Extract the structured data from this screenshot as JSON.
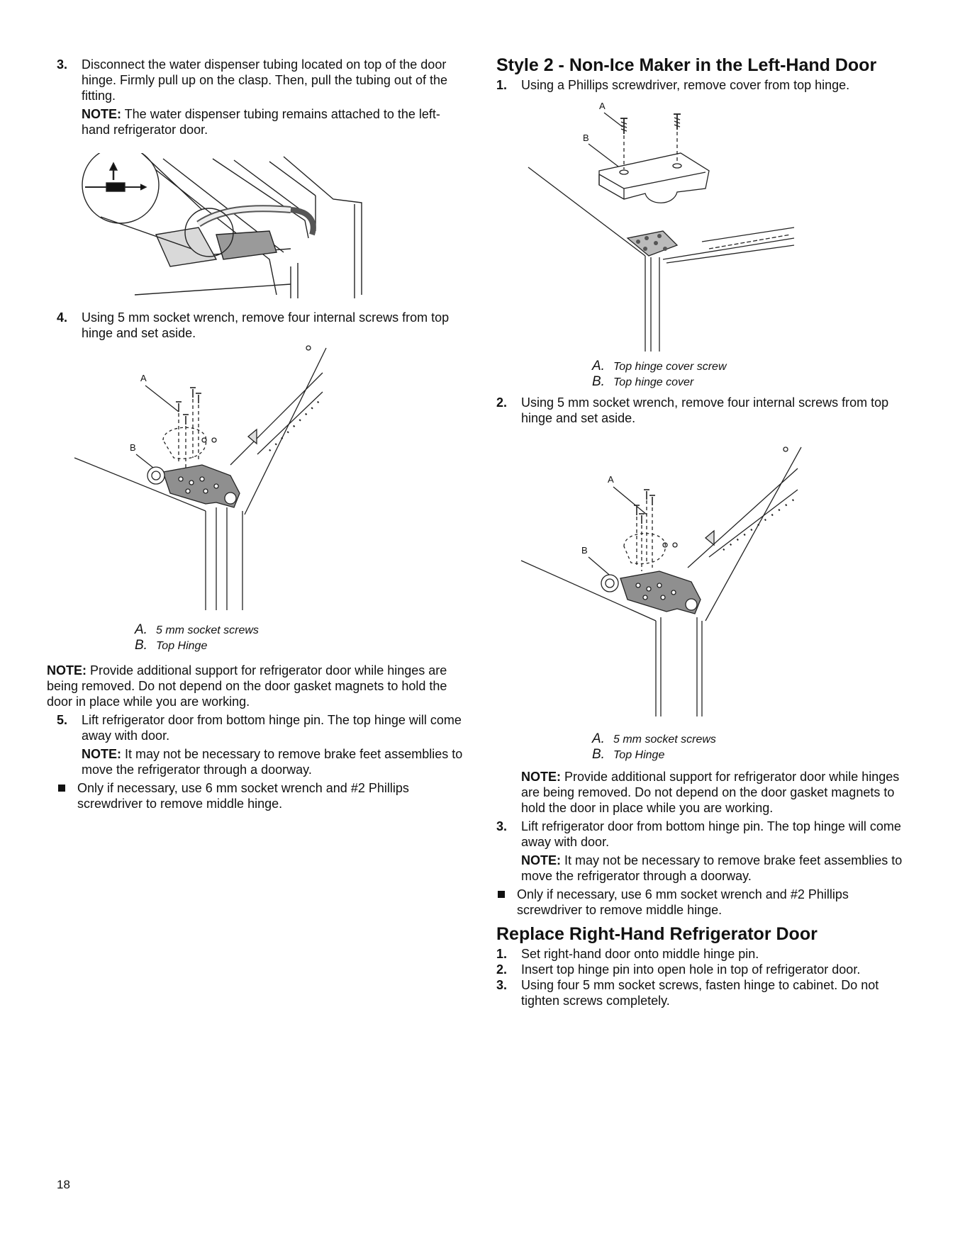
{
  "left": {
    "step3": {
      "num": "3.",
      "text": "Disconnect the water dispenser tubing located on top of the door hinge. Firmly pull up on the clasp. Then, pull the tubing out of the fitting.",
      "note_label": "NOTE:",
      "note_text": " The water dispenser tubing remains attached to the left-hand refrigerator door."
    },
    "step4": {
      "num": "4.",
      "text": "Using 5 mm socket wrench, remove four internal screws from top hinge and set aside."
    },
    "fig2": {
      "label_a": "A",
      "label_b": "B"
    },
    "legend": [
      {
        "letter": "A.",
        "text": "5 mm socket screws"
      },
      {
        "letter": "B.",
        "text": "Top Hinge"
      }
    ],
    "note": {
      "label": "NOTE:",
      "text": " Provide additional support for refrigerator door while hinges are being removed. Do not depend on the door gasket magnets to hold the door in place while you are working."
    },
    "step5": {
      "num": "5.",
      "text": "Lift refrigerator door from bottom hinge pin. The top hinge will come away with door.",
      "note_label": "NOTE:",
      "note_text": " It may not be necessary to remove brake feet assemblies to move the refrigerator through a doorway."
    },
    "bullet": "Only if necessary, use 6 mm socket wrench and #2 Phillips screwdriver to remove middle hinge."
  },
  "right": {
    "heading": "Style 2 - Non-Ice Maker in the Left-Hand Door",
    "step1": {
      "num": "1.",
      "text": "Using a Phillips screwdriver, remove cover from top hinge."
    },
    "fig1": {
      "label_a": "A",
      "label_b": "B"
    },
    "legend1": [
      {
        "letter": "A.",
        "text": "Top hinge cover screw"
      },
      {
        "letter": "B.",
        "text": "Top hinge cover"
      }
    ],
    "step2": {
      "num": "2.",
      "text": "Using 5 mm socket wrench, remove four internal screws from top hinge and set aside."
    },
    "fig2": {
      "label_a": "A",
      "label_b": "B"
    },
    "legend2": [
      {
        "letter": "A.",
        "text": "5 mm socket screws"
      },
      {
        "letter": "B.",
        "text": "Top Hinge"
      }
    ],
    "note": {
      "label": "NOTE:",
      "text": " Provide additional support for refrigerator door while hinges are being removed. Do not depend on the door gasket magnets to hold the door in place while you are working."
    },
    "step3": {
      "num": "3.",
      "text": "Lift refrigerator door from bottom hinge pin. The top hinge will come away with door.",
      "note_label": "NOTE:",
      "note_text": " It may not be necessary to remove brake feet assemblies to move the refrigerator through a doorway."
    },
    "bullet": "Only if necessary, use 6 mm socket wrench and #2 Phillips screwdriver to remove middle hinge.",
    "heading2": "Replace Right-Hand Refrigerator Door",
    "replace_steps": [
      {
        "num": "1.",
        "text": "Set right-hand door onto middle hinge pin."
      },
      {
        "num": "2.",
        "text": "Insert top hinge pin into open hole in top of refrigerator door."
      },
      {
        "num": "3.",
        "text": "Using four 5 mm socket screws, fasten hinge to cabinet. Do not tighten screws completely."
      }
    ]
  },
  "page_number": "18"
}
